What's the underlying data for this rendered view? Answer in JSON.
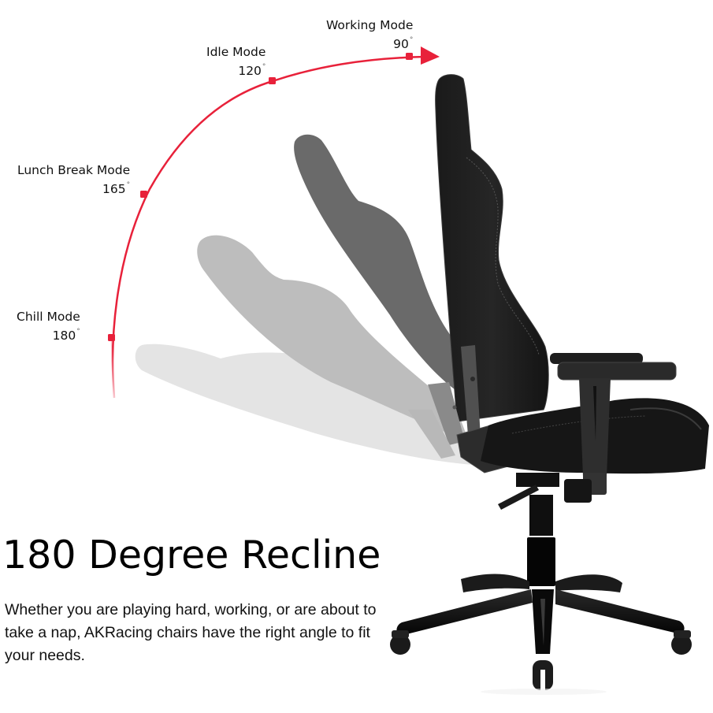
{
  "headline": "180 Degree Recline",
  "body_copy": "Whether you are playing hard, working, or are about to take a nap, AKRacing chairs have the right angle to fit your needs.",
  "accent_color": "#e8213a",
  "modes": [
    {
      "name": "Working Mode",
      "angle": "90",
      "unit": "°"
    },
    {
      "name": "Idle Mode",
      "angle": "120",
      "unit": "°"
    },
    {
      "name": "Lunch Break Mode",
      "angle": "165",
      "unit": "°"
    },
    {
      "name": "Chill Mode",
      "angle": "180",
      "unit": "°"
    }
  ],
  "product": {
    "type": "gaming chair",
    "color": "black",
    "ghost_positions": 3
  }
}
